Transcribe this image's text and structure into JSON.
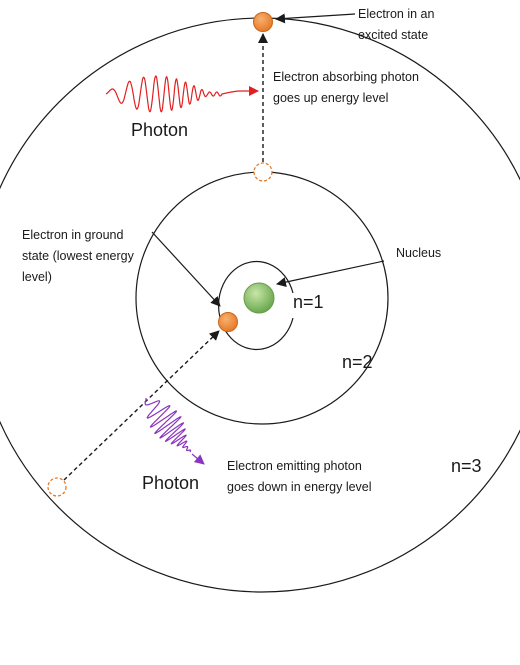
{
  "labels": {
    "excited_state": "Electron in an excited state",
    "absorbing": "Electron absorbing photon goes up energy level",
    "photon_top": "Photon",
    "ground_state": "Electron in ground state (lowest energy level)",
    "nucleus": "Nucleus",
    "n1": "n=1",
    "n2": "n=2",
    "n3": "n=3",
    "photon_bottom": "Photon",
    "emitting": "Electron emitting photon goes down in energy level"
  },
  "colors": {
    "electron": "#f08a3c",
    "electron_border": "#c9651c",
    "nucleus": "#8cc16a",
    "orbit": "#1a1a1a",
    "photon_absorbed": "#e02020",
    "photon_emitted": "#8a35c0"
  }
}
